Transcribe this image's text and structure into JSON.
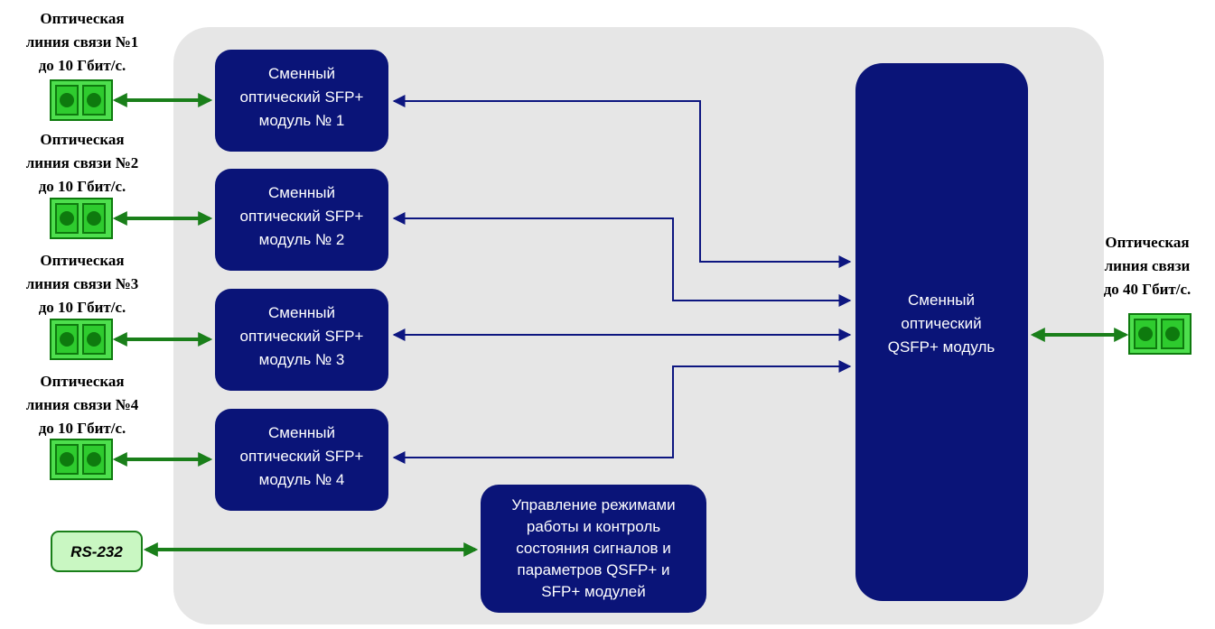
{
  "inputs": [
    {
      "label_lines": [
        "Оптическая",
        "линия связи №1",
        "до 10 Гбит/с."
      ]
    },
    {
      "label_lines": [
        "Оптическая",
        "линия связи №2",
        "до 10 Гбит/с."
      ]
    },
    {
      "label_lines": [
        "Оптическая",
        "линия связи №3",
        "до 10 Гбит/с."
      ]
    },
    {
      "label_lines": [
        "Оптическая",
        "линия связи №4",
        "до 10 Гбит/с."
      ]
    }
  ],
  "sfp_modules": [
    {
      "lines": [
        "Сменный",
        "оптический SFP+",
        "модуль № 1"
      ]
    },
    {
      "lines": [
        "Сменный",
        "оптический SFP+",
        "модуль № 2"
      ]
    },
    {
      "lines": [
        "Сменный",
        "оптический SFP+",
        "модуль № 3"
      ]
    },
    {
      "lines": [
        "Сменный",
        "оптический SFP+",
        "модуль № 4"
      ]
    }
  ],
  "qsfp_module": {
    "lines": [
      "Сменный",
      "оптический",
      "QSFP+ модуль"
    ]
  },
  "control_block": {
    "lines": [
      "Управление режимами",
      "работы и контроль",
      "состояния сигналов и",
      "параметров QSFP+ и",
      "SFP+ модулей"
    ]
  },
  "output": {
    "label_lines": [
      "Оптическая",
      "линия связи",
      "до 40 Гбит/с."
    ]
  },
  "rs232": {
    "label": "RS-232"
  },
  "colors": {
    "panel": "#e6e6e6",
    "module_fill": "#0a1478",
    "navy_line": "#0d1680",
    "connector_outer": "#4ddf4d",
    "connector_inner": "#0e7a0e",
    "green_arrow": "#1a7f1a",
    "rs232_fill": "#c9f7c2"
  }
}
